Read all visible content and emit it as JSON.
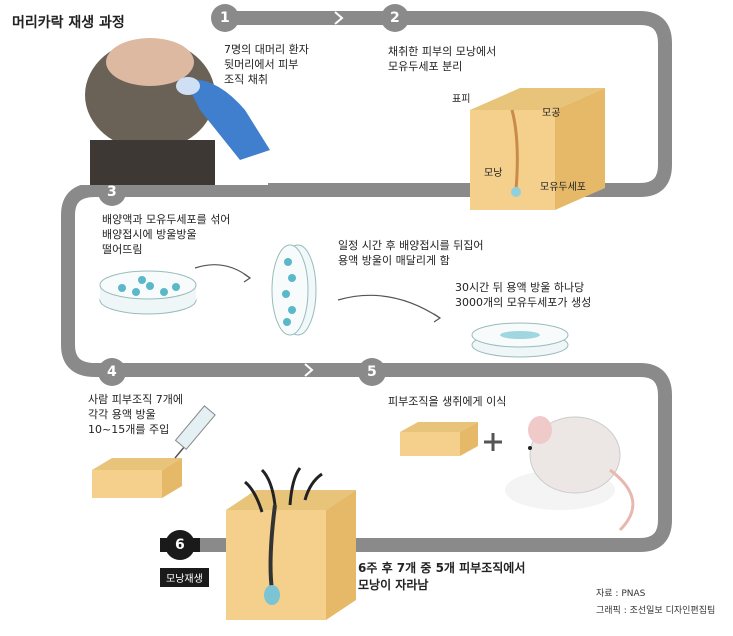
{
  "title": "머리카락 재생 과정",
  "steps": [
    {
      "num": "1",
      "text": "7명의 대머리 환자\n뒷머리에서 피부\n조직 채취"
    },
    {
      "num": "2",
      "text": "채취한 피부의 모낭에서\n모유두세포 분리"
    },
    {
      "num": "3",
      "text": "배양액과 모유두세포를 섞어\n배양접시에 방울방울\n떨어뜨림"
    },
    {
      "num": "4",
      "text": "사람 피부조직 7개에\n각각 용액 방울\n10~15개를 주입"
    },
    {
      "num": "5",
      "text": "피부조직을 생쥐에게 이식"
    },
    {
      "num": "6",
      "text": "6주 후 7개 중 5개 피부조직에서\n모낭이 자라남"
    }
  ],
  "step3_mid": "일정 시간 후 배양접시를 뒤집어\n용액 방울이 매달리게 함",
  "step3_end": "30시간 뒤 용액 방울 하나당\n3000개의 모유두세포가 생성",
  "skin_labels": {
    "epidermis": "표피",
    "pore": "모공",
    "follicle": "모낭",
    "papilla": "모유두세포"
  },
  "tag6": "모낭재생",
  "source": "자료 : PNAS",
  "graphic": "그래픽 : 조선일보 디자인편집팀",
  "colors": {
    "track": "#8a8a8a",
    "track_dark": "#1a1a1a",
    "skin": "#f4d08c",
    "skin_side": "#e6b968",
    "cell": "#5bb8c8"
  }
}
